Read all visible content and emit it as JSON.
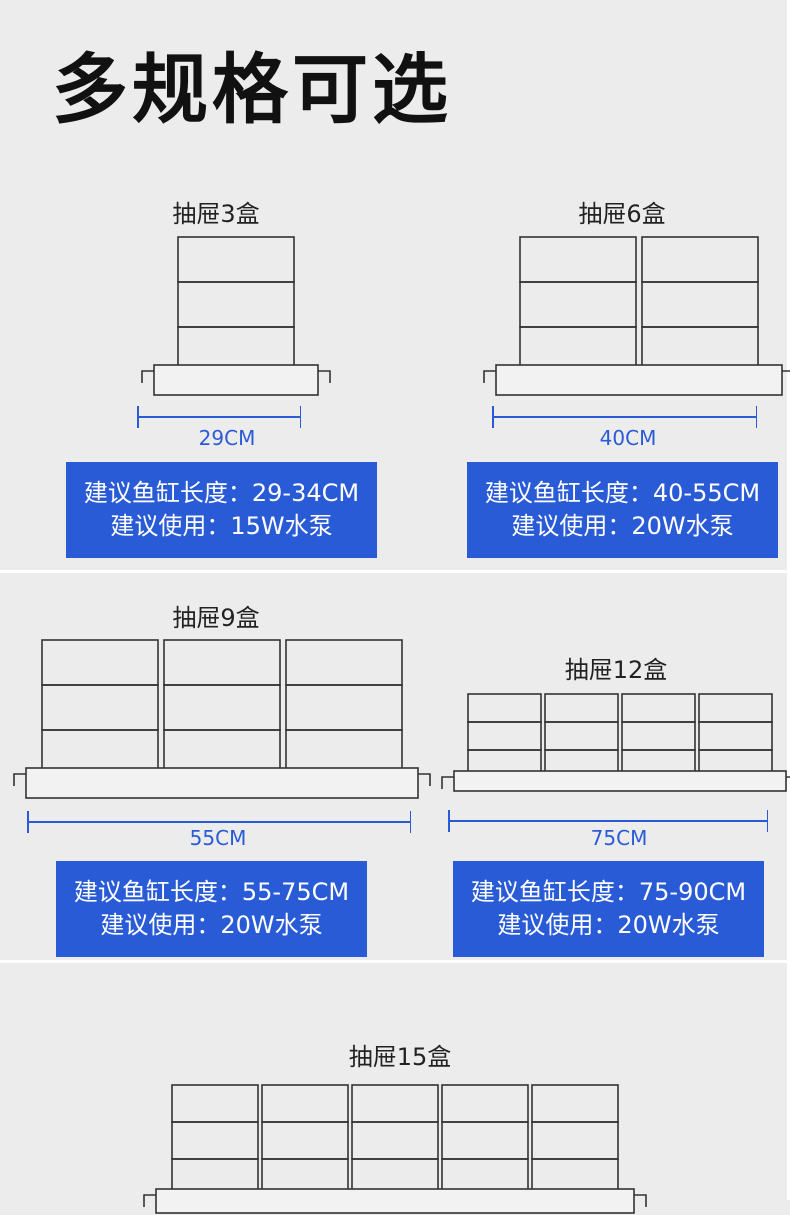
{
  "heading": "多规格可选",
  "colors": {
    "accent": "#2a5bd7",
    "background": "#ececec",
    "line": "#333333"
  },
  "variants": [
    {
      "name": "抽屉3盒",
      "boxes": 3,
      "columns": 1,
      "rows": 3,
      "width": "29CM",
      "tank": "建议鱼缸长度：29-34CM",
      "pump": "建议使用：15W水泵"
    },
    {
      "name": "抽屉6盒",
      "boxes": 6,
      "columns": 2,
      "rows": 3,
      "width": "40CM",
      "tank": "建议鱼缸长度：40-55CM",
      "pump": "建议使用：20W水泵"
    },
    {
      "name": "抽屉9盒",
      "boxes": 9,
      "columns": 3,
      "rows": 3,
      "width": "55CM",
      "tank": "建议鱼缸长度：55-75CM",
      "pump": "建议使用：20W水泵"
    },
    {
      "name": "抽屉12盒",
      "boxes": 12,
      "columns": 4,
      "rows": 3,
      "width": "75CM",
      "tank": "建议鱼缸长度：75-90CM",
      "pump": "建议使用：20W水泵"
    },
    {
      "name": "抽屉15盒",
      "boxes": 15,
      "columns": 5,
      "rows": 3
    }
  ]
}
